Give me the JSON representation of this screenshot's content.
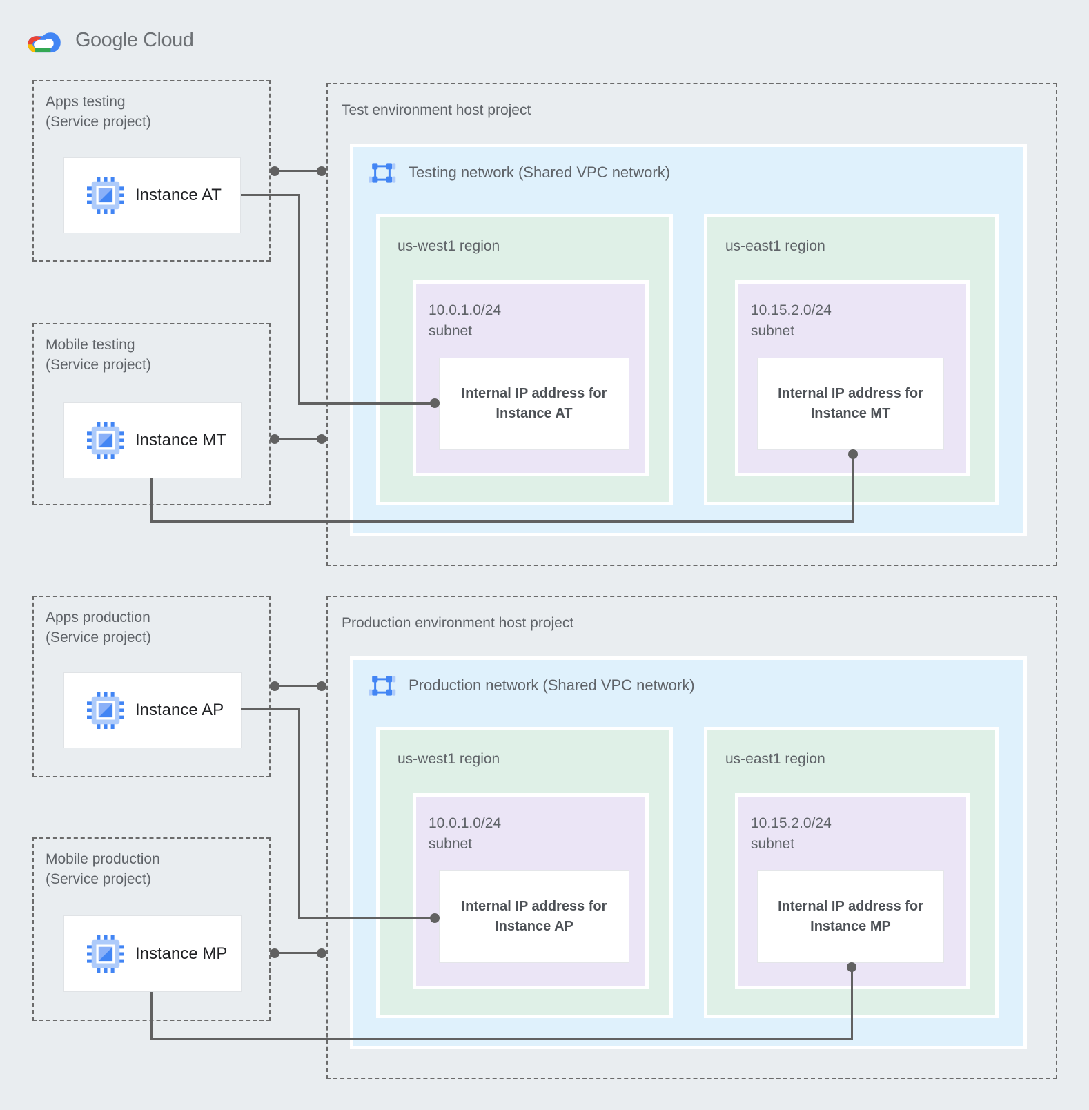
{
  "logo": {
    "brand": "Google Cloud"
  },
  "palette": {
    "google_blue": "#4285f4",
    "google_red": "#ea4335",
    "google_yellow": "#fbbc04",
    "google_green": "#34a853",
    "icon_light_blue": "#aecbfa",
    "canvas_bg": "#e9edf0",
    "network_fill": "#dff1fc",
    "region_fill": "#dff0e7",
    "subnet_fill": "#ebe5f6",
    "connector": "#616161",
    "dashed_border": "#6b6b6b",
    "label_text": "#5f6368",
    "instance_text": "#202124"
  },
  "service_projects": [
    {
      "title": "Apps testing",
      "subtitle": "(Service project)",
      "instance_label": "Instance AT"
    },
    {
      "title": "Mobile testing",
      "subtitle": "(Service project)",
      "instance_label": "Instance MT"
    },
    {
      "title": "Apps production",
      "subtitle": "(Service project)",
      "instance_label": "Instance AP"
    },
    {
      "title": "Mobile production",
      "subtitle": "(Service project)",
      "instance_label": "Instance MP"
    }
  ],
  "host_projects": [
    {
      "title": "Test environment host project",
      "network_label": "Testing network (Shared VPC network)",
      "regions": [
        {
          "name": "us-west1 region",
          "subnet_cidr": "10.0.1.0/24",
          "subnet_word": "subnet",
          "ip_line1": "Internal IP address for",
          "ip_line2": "Instance AT"
        },
        {
          "name": "us-east1 region",
          "subnet_cidr": "10.15.2.0/24",
          "subnet_word": "subnet",
          "ip_line1": "Internal IP address for",
          "ip_line2": "Instance MT"
        }
      ]
    },
    {
      "title": "Production environment host project",
      "network_label": "Production network (Shared VPC network)",
      "regions": [
        {
          "name": "us-west1 region",
          "subnet_cidr": "10.0.1.0/24",
          "subnet_word": "subnet",
          "ip_line1": "Internal IP address for",
          "ip_line2": "Instance AP"
        },
        {
          "name": "us-east1 region",
          "subnet_cidr": "10.15.2.0/24",
          "subnet_word": "subnet",
          "ip_line1": "Internal IP address for",
          "ip_line2": "Instance MP"
        }
      ]
    }
  ]
}
